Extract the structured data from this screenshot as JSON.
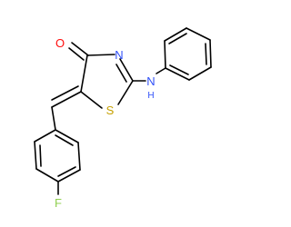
{
  "structure": {
    "atoms": {
      "oxygen": {
        "text": "O",
        "color": "#ff0d0d"
      },
      "ring_nitrogen": {
        "text": "N",
        "color": "#3050f8"
      },
      "sulfur": {
        "text": "S",
        "color": "#c6a000"
      },
      "amine_nitrogen": {
        "text": "N",
        "color": "#3050f8"
      },
      "amine_hydrogen": {
        "text": "H",
        "color": "#3050f8"
      },
      "fluorine": {
        "text": "F",
        "color": "#90d050"
      }
    },
    "bond_color": "#000000"
  }
}
